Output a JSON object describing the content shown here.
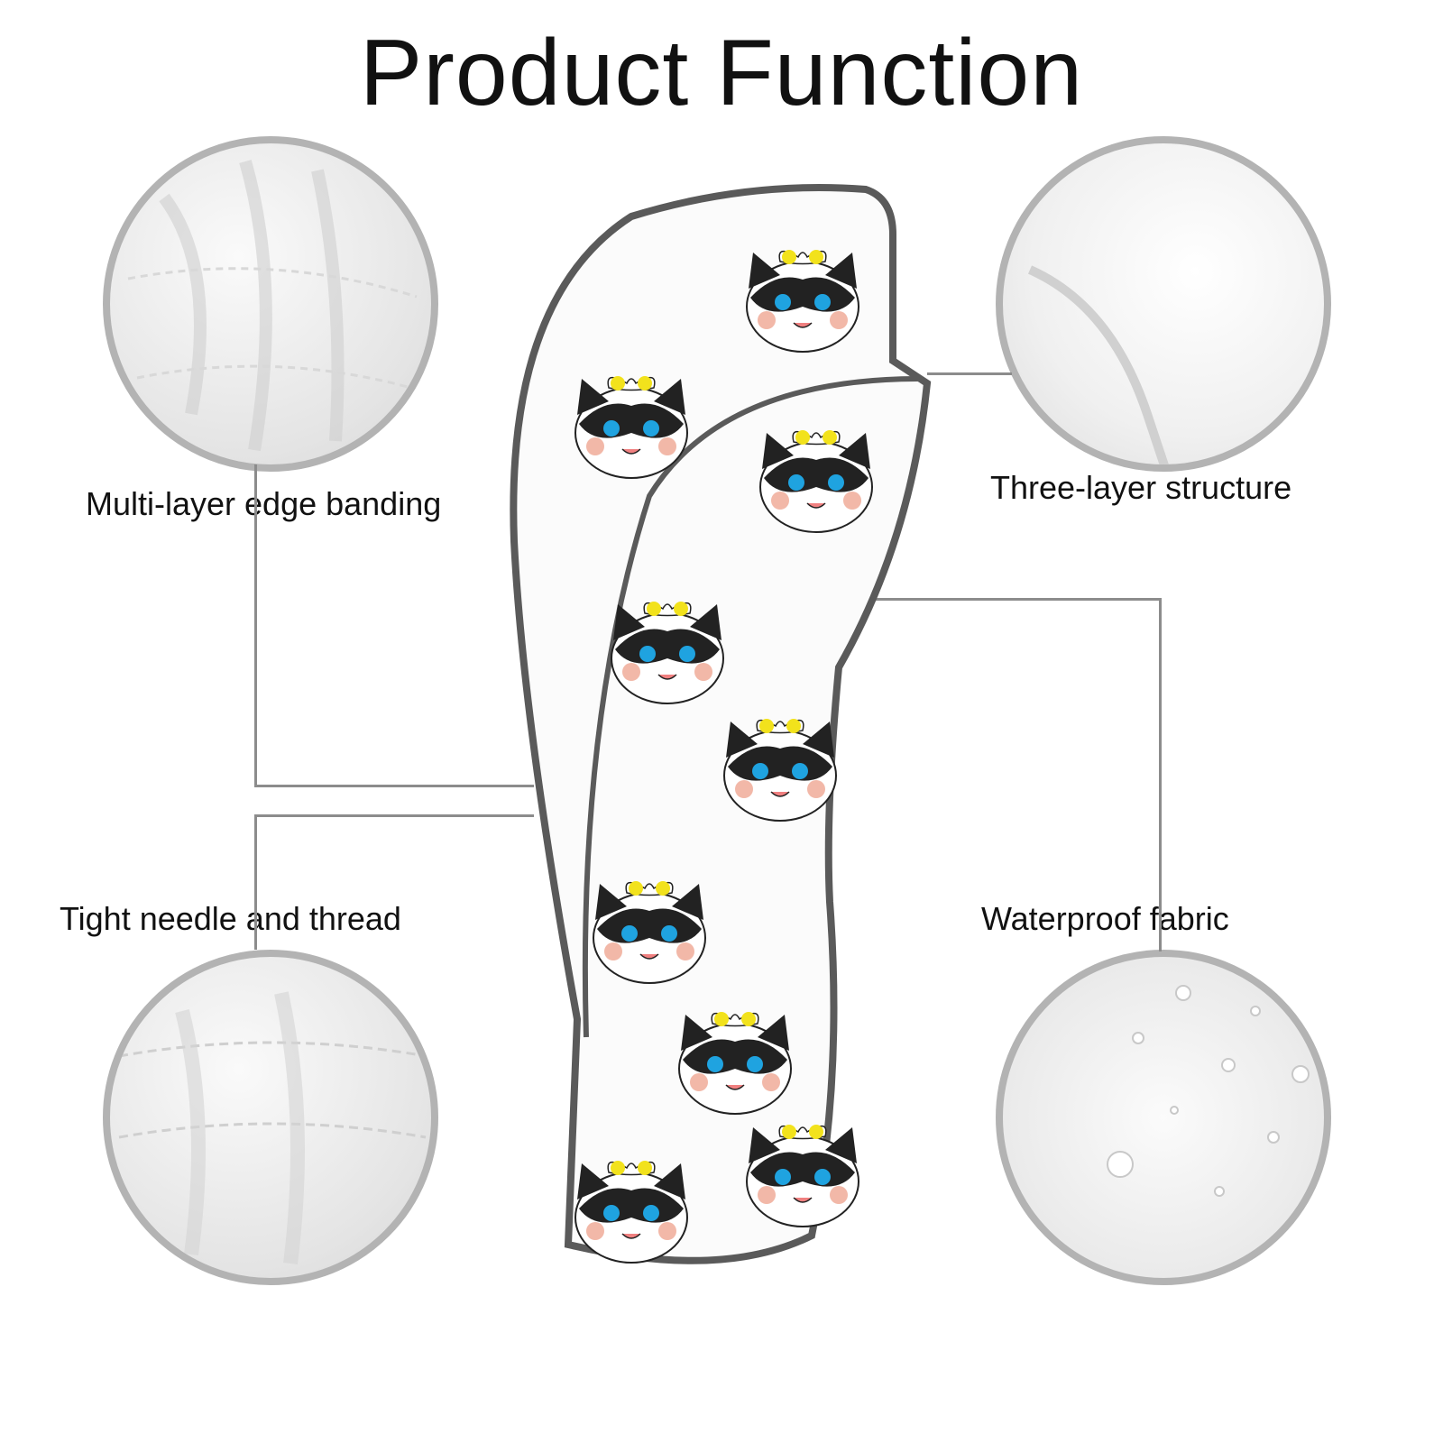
{
  "title": "Product Function",
  "features": [
    {
      "label": "Multi-layer edge banding"
    },
    {
      "label": "Three-layer structure"
    },
    {
      "label": "Tight needle and thread"
    },
    {
      "label": "Waterproof fabric"
    }
  ],
  "colors": {
    "circle_border": "#b3b3b3",
    "trim": "#5a5a5a",
    "accent_blue": "#1fa3e0",
    "accent_yellow": "#f2e21c"
  }
}
